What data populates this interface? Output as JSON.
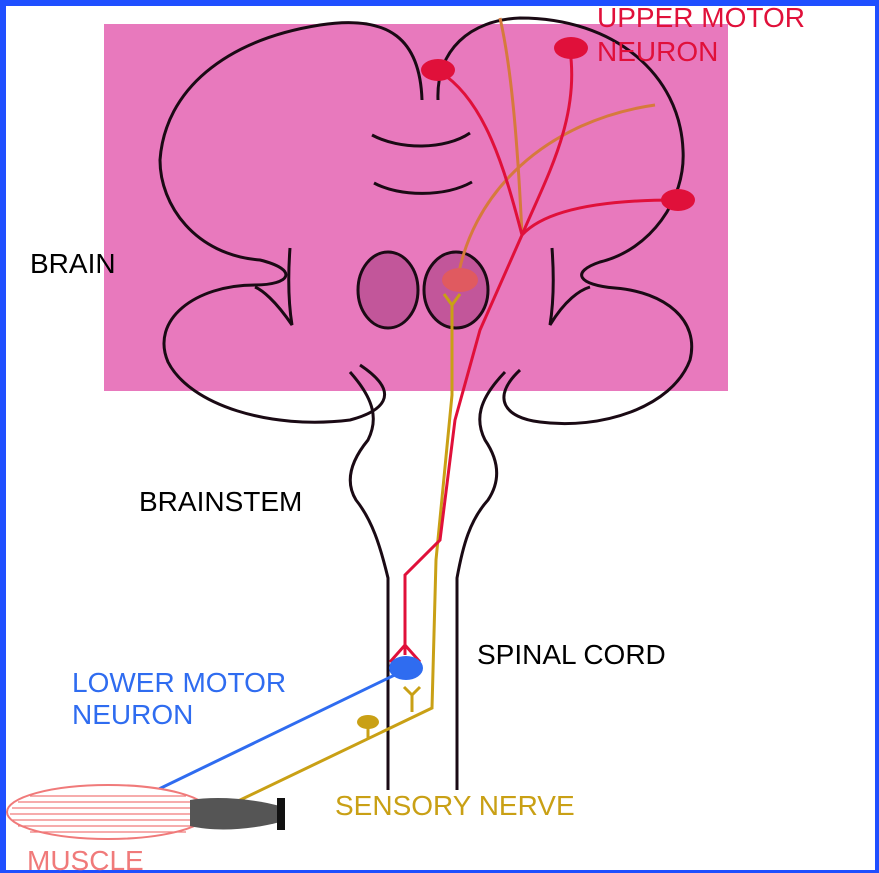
{
  "colors": {
    "frame": "#1f4fff",
    "brain_region": "#e879bd",
    "outline": "#1a0a14",
    "upper_motor": "#e0103a",
    "lower_motor": "#2f6cf0",
    "sensory": "#c9a015",
    "sensory_branch": "#d67a3c",
    "thalamus": "#c2569a",
    "muscle": "#f07a7a",
    "tendon": "#555555"
  },
  "labels": {
    "brain": "BRAIN",
    "brainstem": "BRAINSTEM",
    "spinal_cord": "SPINAL CORD",
    "upper_motor_line1": "UPPER MOTOR",
    "upper_motor_line2": "NEURON",
    "lower_motor_line1": "LOWER MOTOR",
    "lower_motor_line2": "NEURON",
    "sensory_nerve": "SENSORY NERVE",
    "muscle": "MUSCLE"
  }
}
